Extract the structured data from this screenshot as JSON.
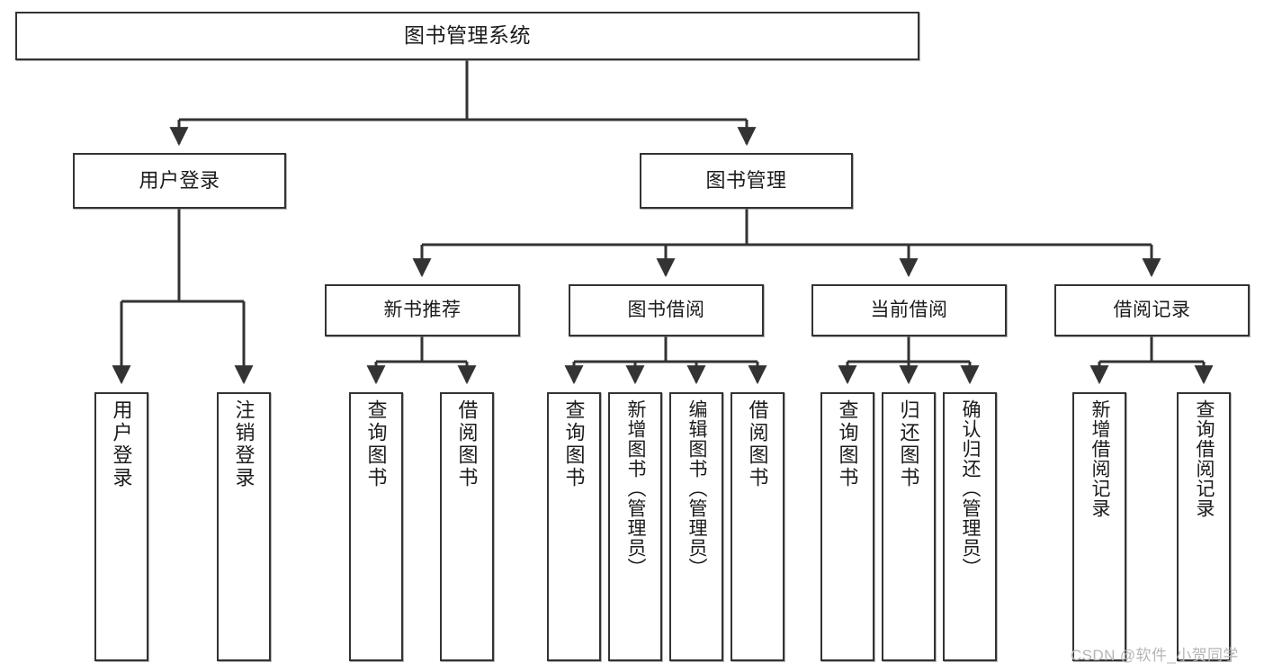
{
  "diagram": {
    "type": "tree",
    "title": "图书管理系统",
    "orientation": "top-down",
    "colors": {
      "box_border": "#333333",
      "box_fill": "#ffffff",
      "edge": "#333333",
      "text": "#1b1b1b",
      "watermark": "#b6b6b6"
    },
    "root": {
      "label": "图书管理系统"
    },
    "level2": [
      {
        "label": "用户登录"
      },
      {
        "label": "图书管理"
      }
    ],
    "level3": [
      {
        "label": "新书推荐"
      },
      {
        "label": "图书借阅"
      },
      {
        "label": "当前借阅"
      },
      {
        "label": "借阅记录"
      }
    ],
    "leaves": {
      "user_login": [
        {
          "label": "用户登录"
        },
        {
          "label": "注销登录"
        }
      ],
      "new_book_recommend": [
        {
          "label": "查询图书"
        },
        {
          "label": "借阅图书"
        }
      ],
      "book_borrow": [
        {
          "label": "查询图书"
        },
        {
          "label": "新增图书（管理员）"
        },
        {
          "label": "编辑图书（管理员）"
        },
        {
          "label": "借阅图书"
        }
      ],
      "current_borrow": [
        {
          "label": "查询图书"
        },
        {
          "label": "归还图书"
        },
        {
          "label": "确认归还（管理员）"
        }
      ],
      "borrow_record": [
        {
          "label": "新增借阅记录"
        },
        {
          "label": "查询借阅记录"
        }
      ]
    },
    "watermark": "CSDN @软件_小贺同学"
  }
}
